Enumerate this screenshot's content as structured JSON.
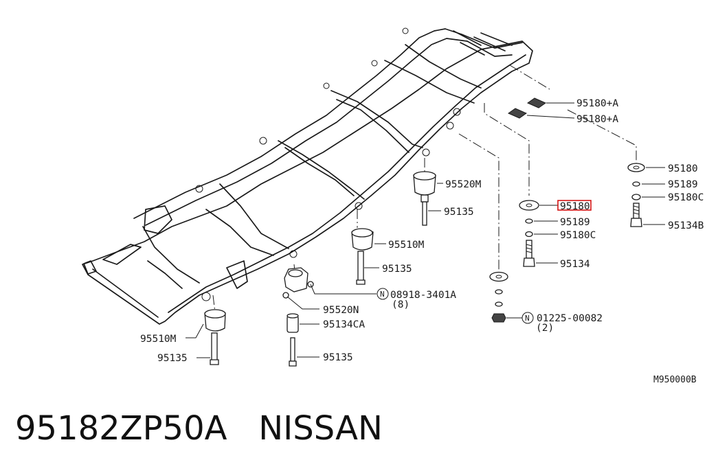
{
  "caption": {
    "part_number": "95182ZP50A",
    "brand": "NISSAN"
  },
  "diagram": {
    "code": "M950000B",
    "labels": {
      "pad_a_top": "95180+A",
      "pad_a_bottom": "95180+A",
      "washer_right": "95180",
      "lockwasher_right": "95189",
      "washer_c_right": "95180C",
      "bolt_b_right": "95134B",
      "washer_highlighted": "95180",
      "lockwasher_mid": "95189",
      "washer_c_mid": "95180C",
      "bolt_mid": "95134",
      "mount_520m": "95520M",
      "bolt_520m": "95135",
      "mount_510m_mid": "95510M",
      "bolt_510m_mid": "95135",
      "nut_ref": "08918-3401A",
      "nut_qty": "(8)",
      "mount_520n": "95520N",
      "spacer_ca": "95134CA",
      "bolt_ca": "95135",
      "mount_510m_left": "95510M",
      "bolt_510m_left": "95135",
      "nut_ref_2": "01225-00082",
      "nut_qty_2": "(2)"
    },
    "highlighted_part": "95180",
    "highlight_color": "#d41414"
  }
}
